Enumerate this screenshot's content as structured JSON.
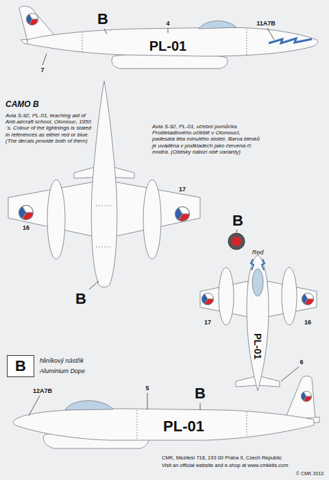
{
  "diagram": {
    "title": "CAMO B",
    "nodes": [
      {
        "text": [
          "B"
        ]
      }
    ],
    "labels": [
      "B",
      "4",
      "11A7B",
      "PL-01",
      "7",
      "Avia S-92, PL-01, teaching aid of Anti-aircraft school, Olomouc, 1950´s. Colour of the lightnings is stated in references as either red or blue. (The decals provide both of them)",
      "Avia S-92, PL-01, učební pomůcka Protiletadlového učiliště v Olomouci, padesátá léta minulého století. Barva blesků je uváděna v podkladech jako červená či modrá. (Obtisky nabízí obě varianty)",
      "17",
      "16",
      "B",
      "Red",
      "B",
      "PL-01",
      "17",
      "16",
      "6",
      "12A7B",
      "5",
      "B",
      "PL-01",
      "hliníkový nástřik",
      "Aluminium Dope",
      "CMK, Mezilesí 718, 193 00 Praha 9, Czech Republic",
      "Visit an official website and e-shop at www.cmkkits.com",
      "© CMK 2013"
    ]
  }
}
